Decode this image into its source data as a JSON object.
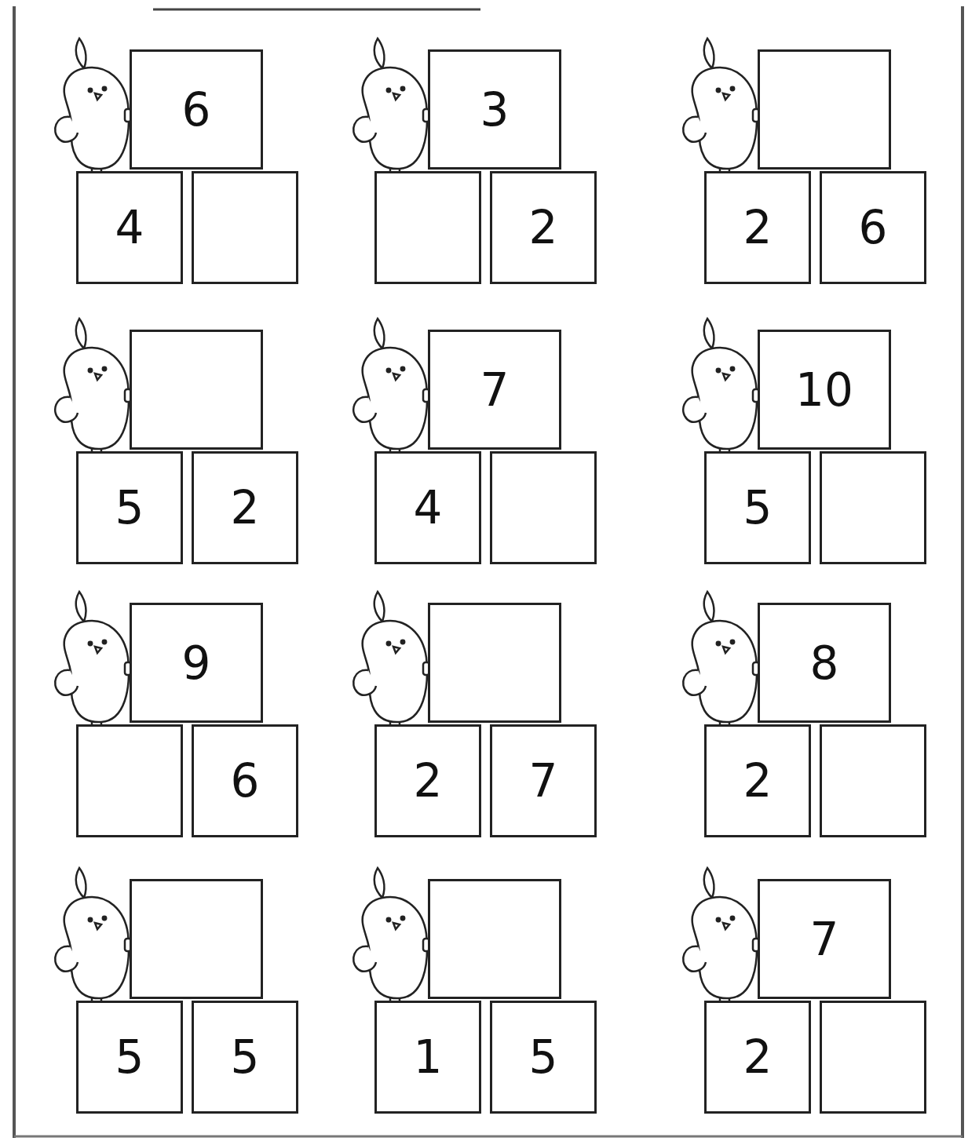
{
  "diagram": {
    "nodes": [
      {
        "text": [
          "6"
        ]
      },
      {
        "text": [
          "4"
        ]
      },
      {
        "text": [
          "3"
        ]
      },
      {
        "text": [
          "2"
        ]
      },
      {
        "text": [
          "2"
        ]
      },
      {
        "text": [
          "6"
        ]
      },
      {
        "text": [
          "5"
        ]
      },
      {
        "text": [
          "2"
        ]
      },
      {
        "text": [
          "7"
        ]
      },
      {
        "text": [
          "4"
        ]
      },
      {
        "text": [
          "10"
        ]
      },
      {
        "text": [
          "5"
        ]
      },
      {
        "text": [
          "9"
        ]
      },
      {
        "text": [
          "6"
        ]
      },
      {
        "text": [
          "2"
        ]
      },
      {
        "text": [
          "7"
        ]
      },
      {
        "text": [
          "8"
        ]
      },
      {
        "text": [
          "2"
        ]
      },
      {
        "text": [
          "5"
        ]
      },
      {
        "text": [
          "5"
        ]
      },
      {
        "text": [
          "1"
        ]
      },
      {
        "text": [
          "5"
        ]
      },
      {
        "text": [
          "7"
        ]
      },
      {
        "text": [
          "2"
        ]
      }
    ]
  }
}
